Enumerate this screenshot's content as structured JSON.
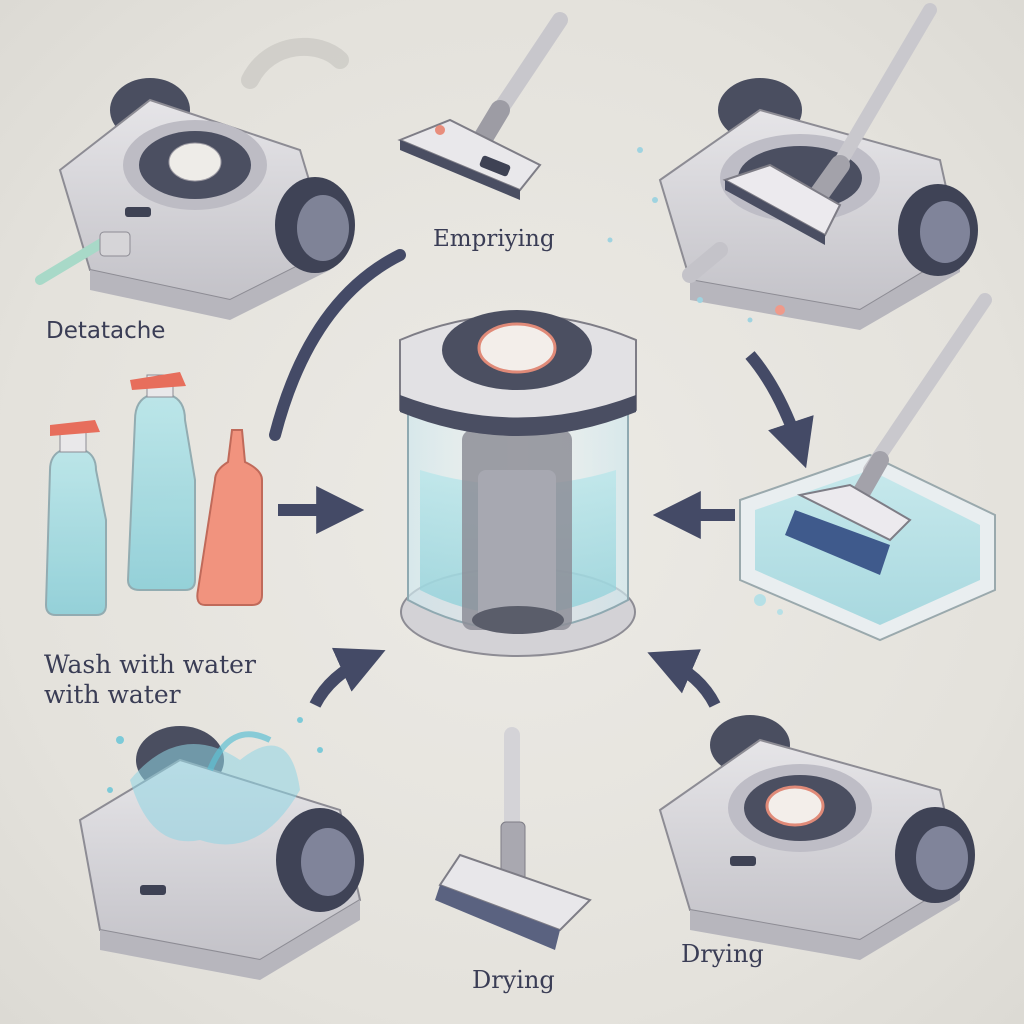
{
  "labels": {
    "emptying": "Empriying",
    "detach": "Detatache",
    "wash_line1": "Wash with water",
    "wash_line2": "with water",
    "drying_bottom": "Drying",
    "drying_right": "Drying"
  },
  "colors": {
    "background": "#e8e6e1",
    "arrow": "#444a66",
    "device_body": "#d7d6d8",
    "device_dark": "#44485c",
    "water": "#9fd9e0",
    "accent_pink": "#f08c7a"
  }
}
